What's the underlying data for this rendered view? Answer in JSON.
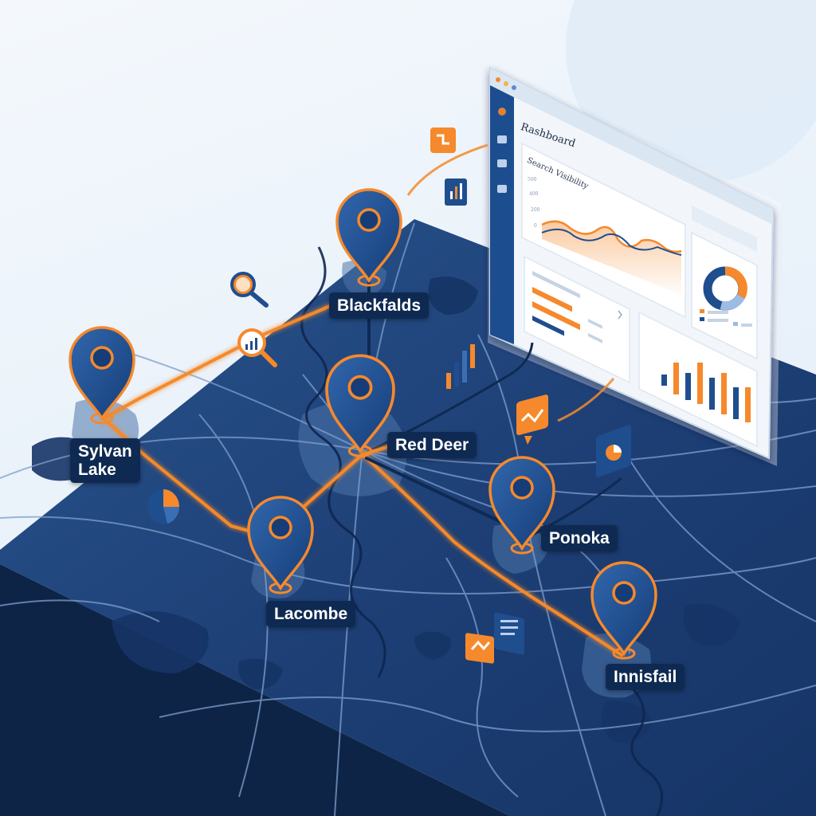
{
  "cities": {
    "blackfalds": "Blackfalds",
    "sylvan_lake": "Sylvan\nLake",
    "red_deer": "Red Deer",
    "ponoka": "Ponoka",
    "lacombe": "Lacombe",
    "innisfail": "Innisfail"
  },
  "dashboard": {
    "title": "Rashboard",
    "panel_title": "Search Visibility",
    "y_ticks": [
      "500",
      "400",
      "200",
      "0"
    ]
  },
  "colors": {
    "map_base": "#1d3f75",
    "map_dark": "#0f2a52",
    "route_orange": "#f5892c",
    "pin_blue": "#1f4e8f",
    "label_bg": "#0f2a52"
  },
  "icons": [
    "magnifier-icon",
    "magnifier-chart-icon",
    "pie-chart-icon",
    "bar-chart-icon",
    "line-chart-icon",
    "document-icon",
    "trend-icon"
  ]
}
